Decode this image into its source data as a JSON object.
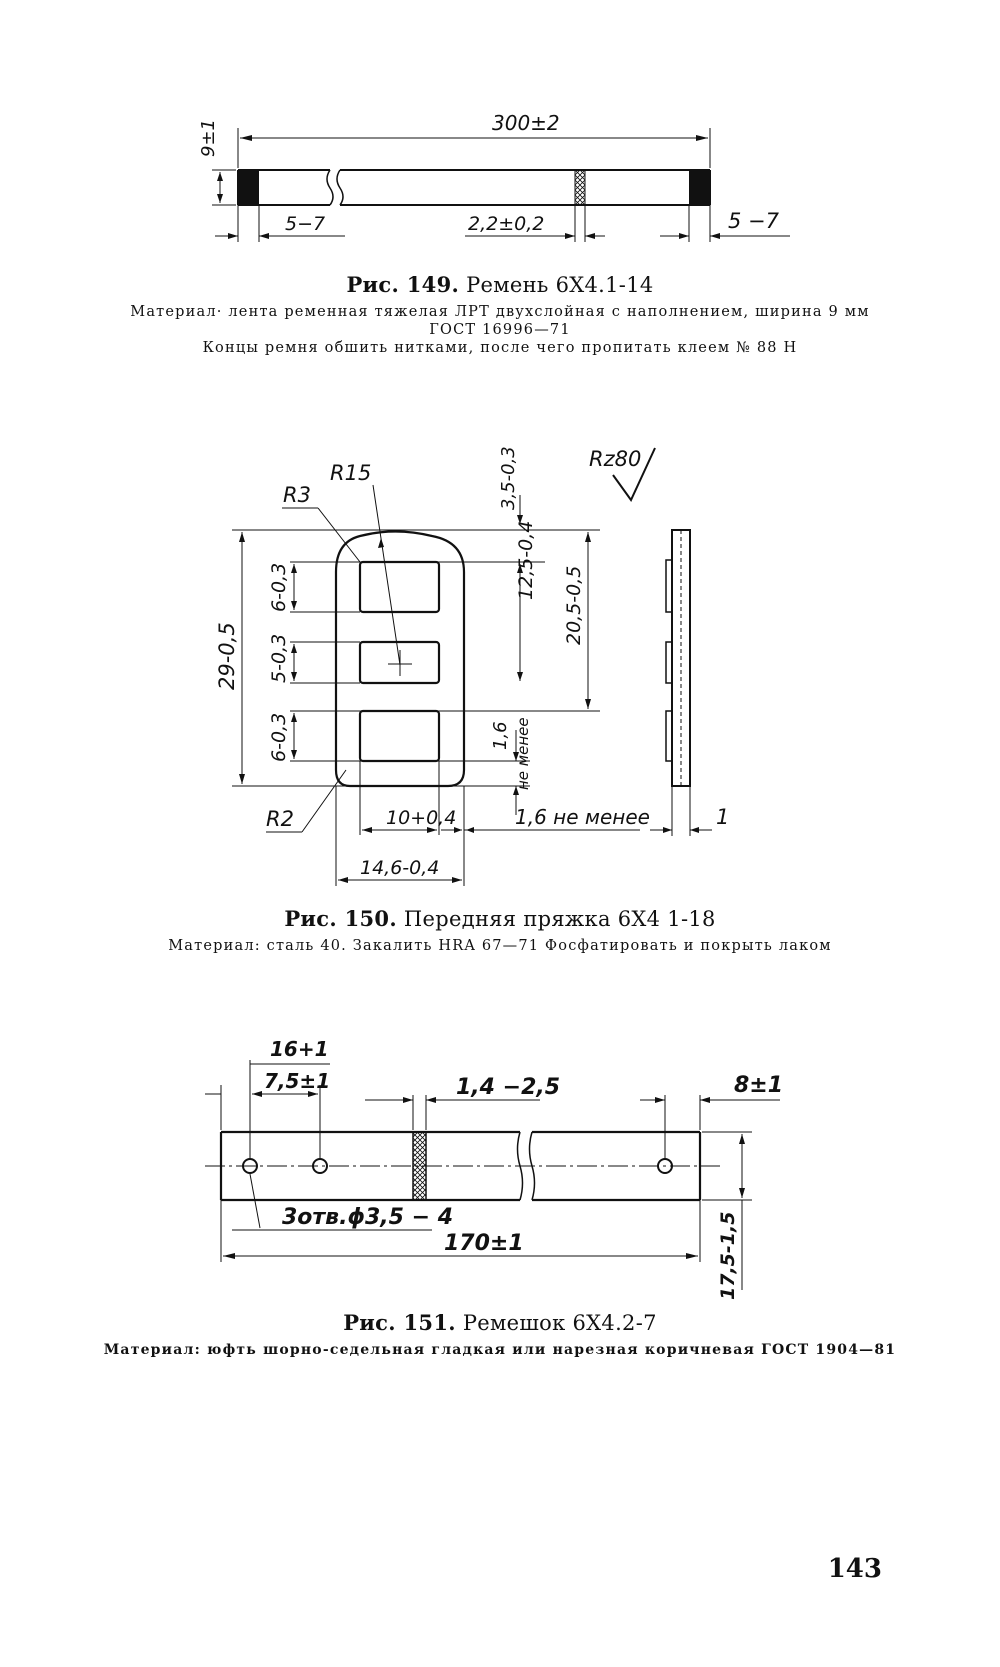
{
  "fig149": {
    "dims": {
      "height": "9±1",
      "length": "300±2",
      "left_end": "5−7",
      "stitch": "2,2±0,2",
      "right_end": "5 −7"
    },
    "title_prefix": "Рис. 149.",
    "title_text": "Ремень 6Х4.1-14",
    "line1": "Материал· лента ременная тяжелая ЛРТ двухслойная с наполнением, ширина 9 мм",
    "line2": "ГОСТ 16996—71",
    "line3": "Концы ремня обшить нитками, после чего пропитать клеем № 88 Н"
  },
  "fig150": {
    "dims": {
      "r15": "R15",
      "r3": "R3",
      "r2": "R2",
      "top_thk": "3,5-0,3",
      "roughness": "Rz80",
      "win1": "6-0,3",
      "win2": "5-0,3",
      "win3": "6-0,3",
      "total_h": "29-0,5",
      "h12": "12,5-0,4",
      "h20": "20,5-0,5",
      "bottom_min": "1,6",
      "bottom_min_text": "не менее",
      "win_w": "10+0,4",
      "side_min": "1,6 не менее",
      "width": "14,6-0,4",
      "thickness": "1"
    },
    "title_prefix": "Рис. 150.",
    "title_text": "Передняя пряжка 6Х4 1-18",
    "line1": "Материал: сталь 40. Закалить HRA 67—71 Фосфатировать и покрыть лаком"
  },
  "fig151": {
    "dims": {
      "d16": "16+1",
      "d75": "7,5±1",
      "stitch": "1,4 −2,5",
      "d8": "8±1",
      "holes": "3отв.ϕ3,5 − 4",
      "length": "170±1",
      "width": "17,5-1,5"
    },
    "title_prefix": "Рис. 151.",
    "title_text": "Ремешок 6Х4.2-7",
    "line1": "Материал: юфть шорно-седельная гладкая или нарезная коричневая ГОСТ 1904—81"
  },
  "page_number": "143"
}
